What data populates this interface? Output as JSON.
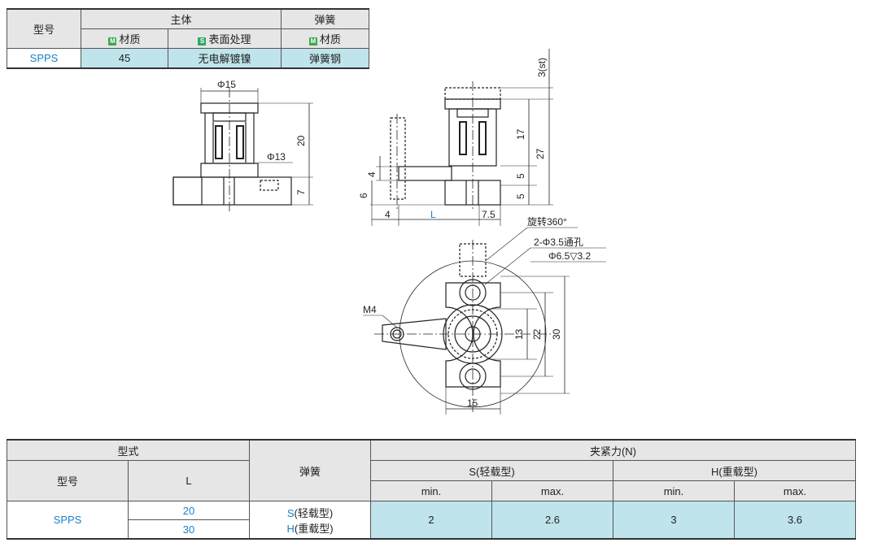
{
  "top_table": {
    "model_header": "型号",
    "body_header": "主体",
    "spring_header": "弹簧",
    "material_tag": "M",
    "surface_tag": "S",
    "body_material_label": "材质",
    "surface_label": "表面处理",
    "spring_material_label": "材质",
    "row": {
      "model": "SPPS",
      "material": "45",
      "surface": "无电解镀镍",
      "spring_material": "弹簧钢"
    }
  },
  "drawing": {
    "phi15": "Φ15",
    "phi13": "Φ13",
    "dim20": "20",
    "dim7": "7",
    "dim3st": "3(st)",
    "dim17": "17",
    "dim27": "27",
    "dim5a": "5",
    "dim5b": "5",
    "dim4v": "4",
    "dim6": "6",
    "dim4h": "4",
    "dimL": "L",
    "dim7_5": "7.5",
    "rotate": "旋转360°",
    "hole": "2-Φ3.5通孔",
    "counterbore": "Φ6.5▽3.2",
    "m4": "M4",
    "dim13": "13",
    "dim22": "22",
    "dim30": "30",
    "dim15": "15"
  },
  "bottom_table": {
    "type_header": "型式",
    "model_header": "型号",
    "l_header": "L",
    "spring_header": "弹簧",
    "force_header": "夹紧力(N)",
    "s_header": "S(轻载型)",
    "h_header": "H(重载型)",
    "min1": "min.",
    "max1": "max.",
    "min2": "min.",
    "max2": "max.",
    "model": "SPPS",
    "l_values": [
      "20",
      "30"
    ],
    "spring_s_letter": "S",
    "spring_s_rest": "(轻载型)",
    "spring_h_letter": "H",
    "spring_h_rest": "(重载型)",
    "s_min": "2",
    "s_max": "2.6",
    "h_min": "3",
    "h_max": "3.6"
  }
}
